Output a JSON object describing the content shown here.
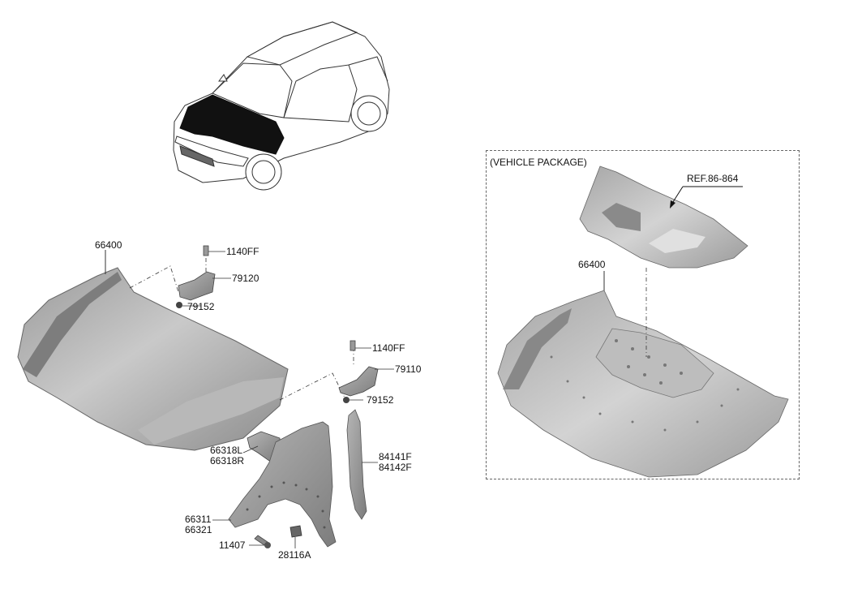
{
  "package": {
    "title": "(VEHICLE PACKAGE)",
    "ref_label": "REF.86-864",
    "hood_label": "66400"
  },
  "parts": {
    "hood": "66400",
    "bolt_top": "1140FF",
    "hinge_left": "79120",
    "nut_left": "79152",
    "bolt_mid": "1140FF",
    "hinge_right": "79110",
    "nut_right": "79152",
    "bracket_1": "66318L",
    "bracket_2": "66318R",
    "seal_1": "84141F",
    "seal_2": "84142F",
    "fender_1": "66311",
    "fender_2": "66321",
    "screw": "11407",
    "clip": "28116A"
  }
}
